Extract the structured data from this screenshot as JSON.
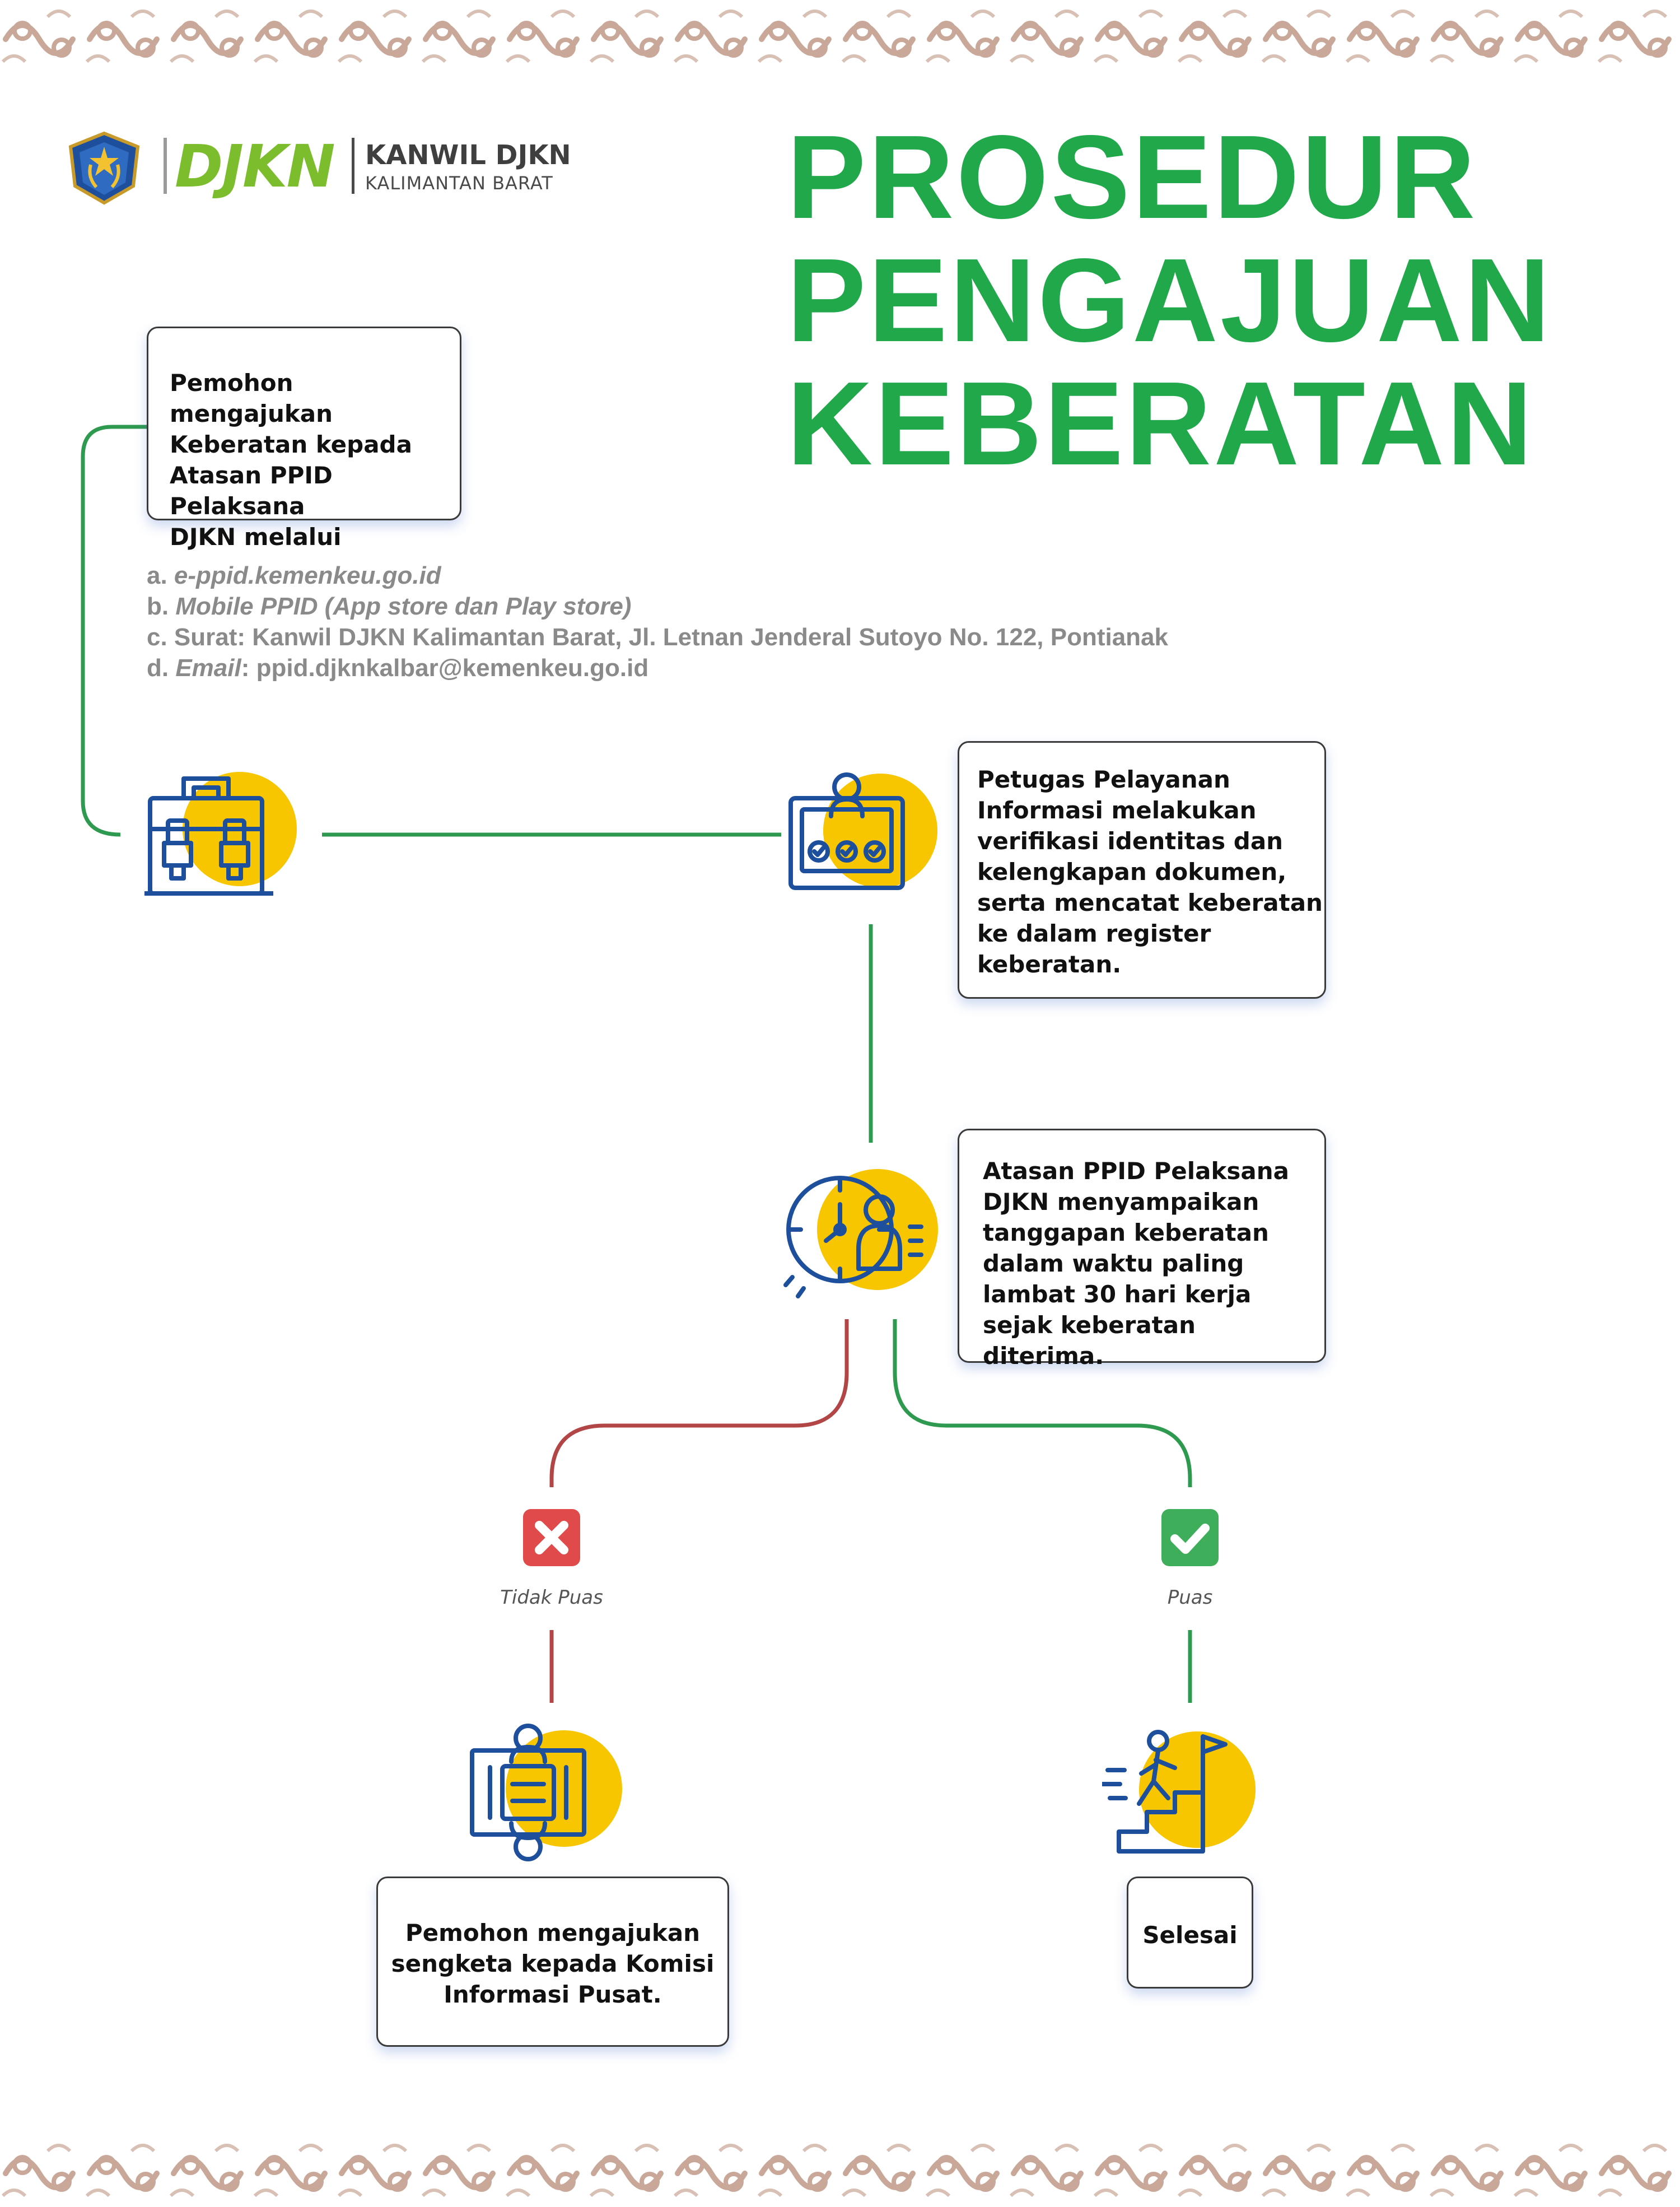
{
  "header": {
    "logo_primary": "DJKN",
    "logo_office": "KANWIL DJKN",
    "logo_region": "KALIMANTAN BARAT"
  },
  "title": {
    "line1": "PROSEDUR",
    "line2": "PENGAJUAN",
    "line3": "KEBERATAN"
  },
  "steps": {
    "step1": "Pemohon mengajukan\nKeberatan kepada\nAtasan PPID Pelaksana\nDJKN melalui",
    "step2": "Petugas Pelayanan\nInformasi melakukan\nverifikasi identitas dan\nkelengkapan dokumen,\nserta mencatat keberatan\nke dalam register\nkeberatan.",
    "step3": "Atasan PPID Pelaksana\nDJKN menyampaikan\ntanggapan keberatan\ndalam waktu paling\nlambat 30 hari kerja\nsejak keberatan diterima.",
    "step4": "Pemohon mengajukan\nsengketa kepada Komisi\nInformasi Pusat.",
    "step5": "Selesai"
  },
  "channels": {
    "a_prefix": "a. ",
    "a_text": "e-ppid.kemenkeu.go.id",
    "b_prefix": "b. ",
    "b_text": "Mobile PPID (App store dan Play store)",
    "c_text": "c. Surat: Kanwil DJKN Kalimantan Barat, Jl. Letnan Jenderal Sutoyo No. 122, Pontianak",
    "d_prefix": "d. ",
    "d_label": "Email",
    "d_text": ": ppid.djknkalbar@kemenkeu.go.id"
  },
  "branches": {
    "not_satisfied": "Tidak Puas",
    "satisfied": "Puas"
  },
  "colors": {
    "title_green": "#21a84a",
    "line_green": "#2e9a4f",
    "line_red": "#b24545",
    "icon_blue": "#1d4f9c",
    "icon_yellow": "#f7c600",
    "reject_red": "#e04a4a",
    "accept_green": "#3fae5a",
    "border_ornament": "#c9a89a"
  },
  "icons": {
    "emblem": "kemenkeu-emblem",
    "step1": "briefcase-icon",
    "step2": "verification-screen-icon",
    "step3": "clock-person-icon",
    "reject": "x-mark-icon",
    "accept": "check-mark-icon",
    "step4": "meeting-table-icon",
    "step5": "stairs-flag-icon"
  }
}
